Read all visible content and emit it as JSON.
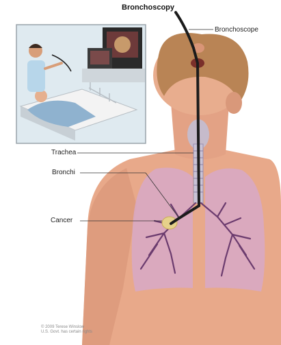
{
  "title": "Bronchoscopy",
  "labels": {
    "bronchoscope": "Bronchoscope",
    "trachea": "Trachea",
    "bronchi": "Bronchi",
    "cancer": "Cancer"
  },
  "copyright": "© 2009 Terese Winslow\nU.S. Govt. has certain rights",
  "colors": {
    "skin": "#e8a98a",
    "skin_shadow": "#c98467",
    "hair": "#b98455",
    "lung": "#d8a9c3",
    "lung_dark": "#b27a9c",
    "bronchi": "#6b3b6e",
    "trachea": "#c9c3d6",
    "scope": "#1b1b1b",
    "tumor": "#e6d18a",
    "inset_bg": "#d6e6ee",
    "inset_border": "#9aa3aa"
  }
}
